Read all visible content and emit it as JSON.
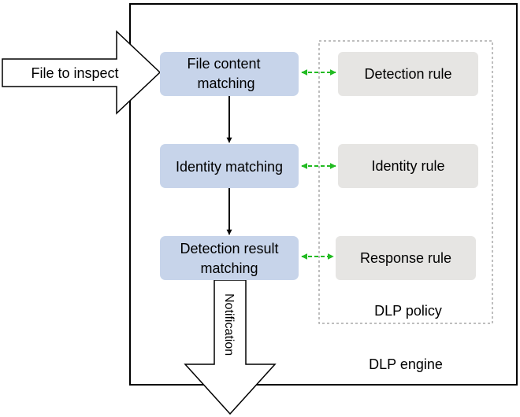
{
  "diagram": {
    "input_arrow_label": "File to inspect",
    "engine_label": "DLP engine",
    "policy_label": "DLP policy",
    "output_arrow_label": "Notification",
    "steps": [
      {
        "line1": "File content",
        "line2": "matching"
      },
      {
        "line1": "Identity matching",
        "line2": ""
      },
      {
        "line1": "Detection result",
        "line2": "matching"
      }
    ],
    "rules": [
      {
        "label": "Detection rule"
      },
      {
        "label": "Identity rule"
      },
      {
        "label": "Response rule"
      }
    ],
    "colors": {
      "step_fill": "#c7d4ea",
      "rule_fill": "#e6e5e3",
      "dashed_arrow": "#22bb22",
      "policy_border": "#a8a8a8",
      "frame": "#000000"
    }
  }
}
